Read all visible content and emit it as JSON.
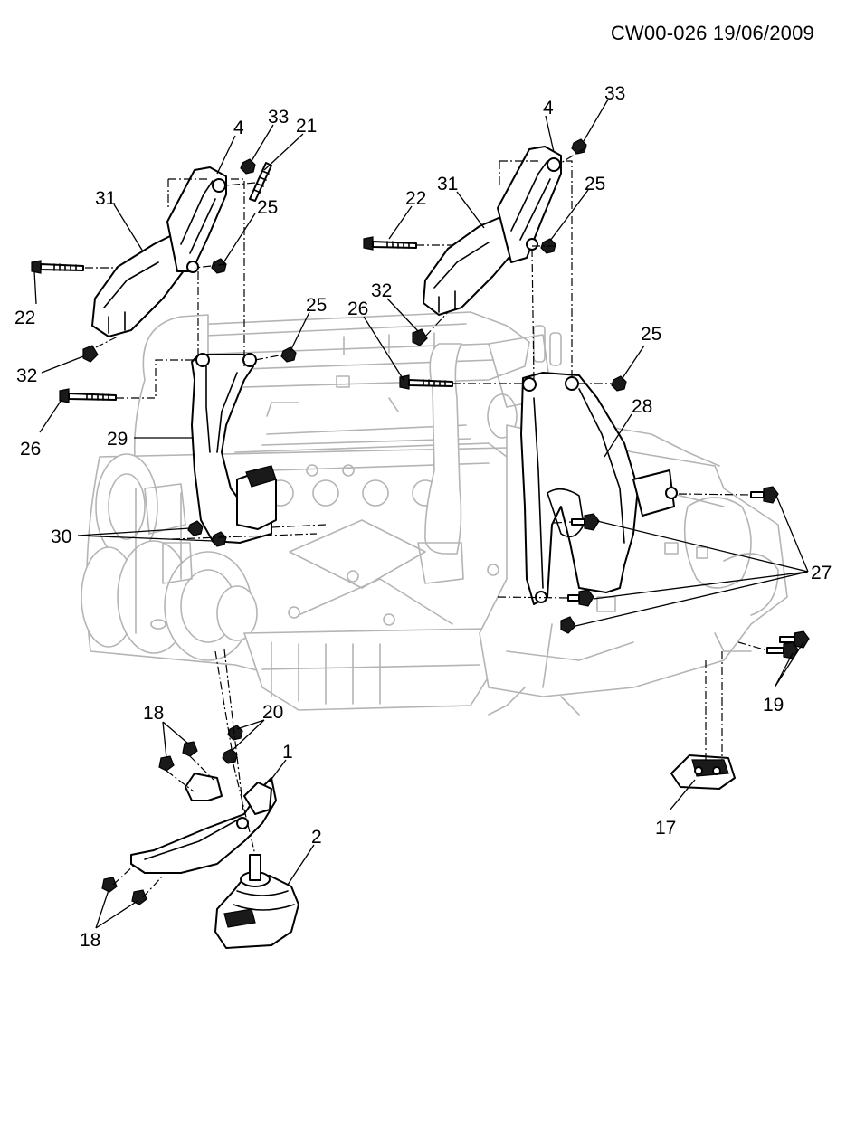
{
  "header": {
    "doc_code": "CW00-026 19/06/2009"
  },
  "callouts": [
    {
      "id": "c-4-left",
      "label": "4"
    },
    {
      "id": "c-33-left",
      "label": "33"
    },
    {
      "id": "c-21",
      "label": "21"
    },
    {
      "id": "c-31-left",
      "label": "31"
    },
    {
      "id": "c-25-left-top",
      "label": "25"
    },
    {
      "id": "c-22-left",
      "label": "22"
    },
    {
      "id": "c-25-left-mid",
      "label": "25"
    },
    {
      "id": "c-32-left",
      "label": "32"
    },
    {
      "id": "c-26-left",
      "label": "26"
    },
    {
      "id": "c-29",
      "label": "29"
    },
    {
      "id": "c-30",
      "label": "30"
    },
    {
      "id": "c-4-right",
      "label": "4"
    },
    {
      "id": "c-33-right",
      "label": "33"
    },
    {
      "id": "c-22-right",
      "label": "22"
    },
    {
      "id": "c-31-right",
      "label": "31"
    },
    {
      "id": "c-25-right-top",
      "label": "25"
    },
    {
      "id": "c-32-right",
      "label": "32"
    },
    {
      "id": "c-26-right",
      "label": "26"
    },
    {
      "id": "c-25-right-mid",
      "label": "25"
    },
    {
      "id": "c-28",
      "label": "28"
    },
    {
      "id": "c-27",
      "label": "27"
    },
    {
      "id": "c-19",
      "label": "19"
    },
    {
      "id": "c-17",
      "label": "17"
    },
    {
      "id": "c-18-top",
      "label": "18"
    },
    {
      "id": "c-20",
      "label": "20"
    },
    {
      "id": "c-1",
      "label": "1"
    },
    {
      "id": "c-2",
      "label": "2"
    },
    {
      "id": "c-18-bottom",
      "label": "18"
    }
  ]
}
